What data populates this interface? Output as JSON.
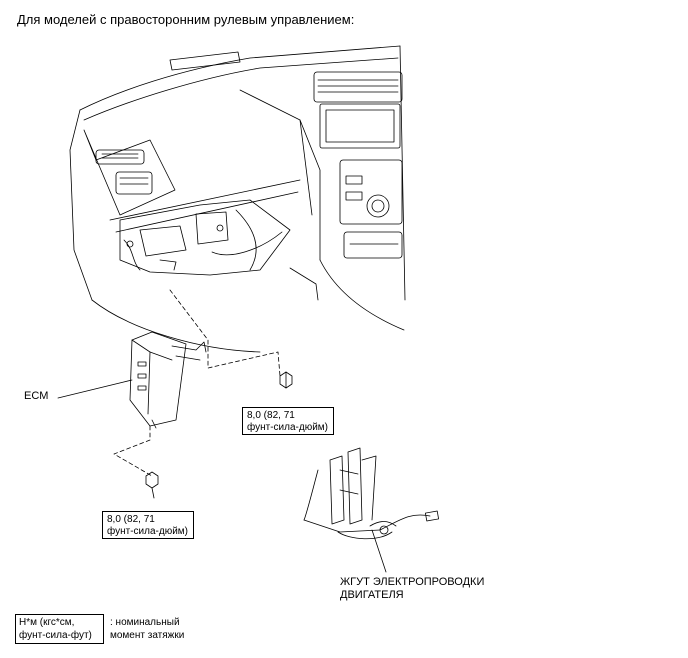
{
  "heading": "Для моделей с правосторонним рулевым управлением:",
  "labels": {
    "ecm": "ECM",
    "harness_line1": "ЖГУТ ЭЛЕКТРОПРОВОДКИ",
    "harness_line2": "ДВИГАТЕЛЯ"
  },
  "torque_upper": {
    "line1": "8,0 (82, 71",
    "line2": "фунт-сила-дюйм)"
  },
  "torque_lower": {
    "line1": "8,0 (82, 71",
    "line2": "фунт-сила-дюйм)"
  },
  "legend": {
    "box_line1": "Н*м (кгс*см,",
    "box_line2": "фунт-сила-фут)",
    "desc_line1": ": номинальный",
    "desc_line2": "момент затяжки"
  }
}
